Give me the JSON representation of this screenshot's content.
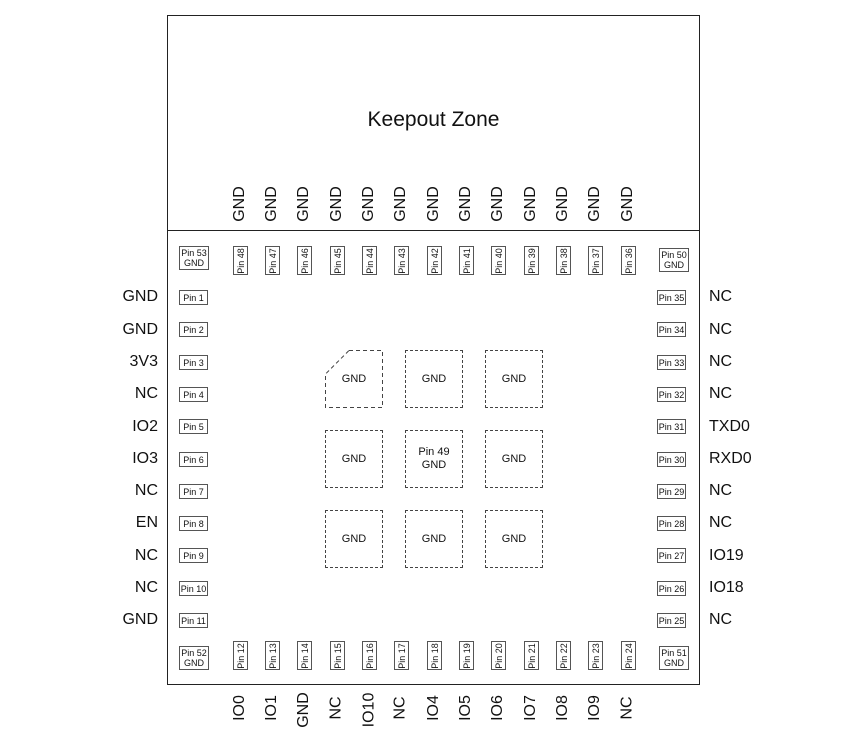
{
  "keepout_label": "Keepout Zone",
  "left_pins": [
    {
      "pad": "Pin 1",
      "signal": "GND"
    },
    {
      "pad": "Pin 2",
      "signal": "GND"
    },
    {
      "pad": "Pin 3",
      "signal": "3V3"
    },
    {
      "pad": "Pin 4",
      "signal": "NC"
    },
    {
      "pad": "Pin 5",
      "signal": "IO2"
    },
    {
      "pad": "Pin 6",
      "signal": "IO3"
    },
    {
      "pad": "Pin 7",
      "signal": "NC"
    },
    {
      "pad": "Pin 8",
      "signal": "EN"
    },
    {
      "pad": "Pin 9",
      "signal": "NC"
    },
    {
      "pad": "Pin 10",
      "signal": "NC"
    },
    {
      "pad": "Pin 11",
      "signal": "GND"
    }
  ],
  "right_pins": [
    {
      "pad": "Pin 35",
      "signal": "NC"
    },
    {
      "pad": "Pin 34",
      "signal": "NC"
    },
    {
      "pad": "Pin 33",
      "signal": "NC"
    },
    {
      "pad": "Pin 32",
      "signal": "NC"
    },
    {
      "pad": "Pin 31",
      "signal": "TXD0"
    },
    {
      "pad": "Pin 30",
      "signal": "RXD0"
    },
    {
      "pad": "Pin 29",
      "signal": "NC"
    },
    {
      "pad": "Pin 28",
      "signal": "NC"
    },
    {
      "pad": "Pin 27",
      "signal": "IO19"
    },
    {
      "pad": "Pin 26",
      "signal": "IO18"
    },
    {
      "pad": "Pin 25",
      "signal": "NC"
    }
  ],
  "top_pins": [
    {
      "pad": "Pin 48",
      "signal": "GND"
    },
    {
      "pad": "Pin 47",
      "signal": "GND"
    },
    {
      "pad": "Pin 46",
      "signal": "GND"
    },
    {
      "pad": "Pin 45",
      "signal": "GND"
    },
    {
      "pad": "Pin 44",
      "signal": "GND"
    },
    {
      "pad": "Pin 43",
      "signal": "GND"
    },
    {
      "pad": "Pin 42",
      "signal": "GND"
    },
    {
      "pad": "Pin 41",
      "signal": "GND"
    },
    {
      "pad": "Pin 40",
      "signal": "GND"
    },
    {
      "pad": "Pin 39",
      "signal": "GND"
    },
    {
      "pad": "Pin 38",
      "signal": "GND"
    },
    {
      "pad": "Pin 37",
      "signal": "GND"
    },
    {
      "pad": "Pin 36",
      "signal": "GND"
    }
  ],
  "bottom_pins": [
    {
      "pad": "Pin 12",
      "signal": "IO0"
    },
    {
      "pad": "Pin 13",
      "signal": "IO1"
    },
    {
      "pad": "Pin 14",
      "signal": "GND"
    },
    {
      "pad": "Pin 15",
      "signal": "NC"
    },
    {
      "pad": "Pin 16",
      "signal": "IO10"
    },
    {
      "pad": "Pin 17",
      "signal": "NC"
    },
    {
      "pad": "Pin 18",
      "signal": "IO4"
    },
    {
      "pad": "Pin 19",
      "signal": "IO5"
    },
    {
      "pad": "Pin 20",
      "signal": "IO6"
    },
    {
      "pad": "Pin 21",
      "signal": "IO7"
    },
    {
      "pad": "Pin 22",
      "signal": "IO8"
    },
    {
      "pad": "Pin 23",
      "signal": "IO9"
    },
    {
      "pad": "Pin 24",
      "signal": "NC"
    }
  ],
  "corner_pins": {
    "top_left": {
      "pad": "Pin 53",
      "signal": "GND"
    },
    "top_right": {
      "pad": "Pin 50",
      "signal": "GND"
    },
    "bottom_left": {
      "pad": "Pin 52",
      "signal": "GND"
    },
    "bottom_right": {
      "pad": "Pin 51",
      "signal": "GND"
    }
  },
  "exposed_pads": [
    {
      "label": "GND"
    },
    {
      "label": "GND"
    },
    {
      "label": "GND"
    },
    {
      "label": "GND"
    },
    {
      "pin": "Pin 49",
      "label": "GND"
    },
    {
      "label": "GND"
    },
    {
      "label": "GND"
    },
    {
      "label": "GND"
    },
    {
      "label": "GND"
    }
  ]
}
